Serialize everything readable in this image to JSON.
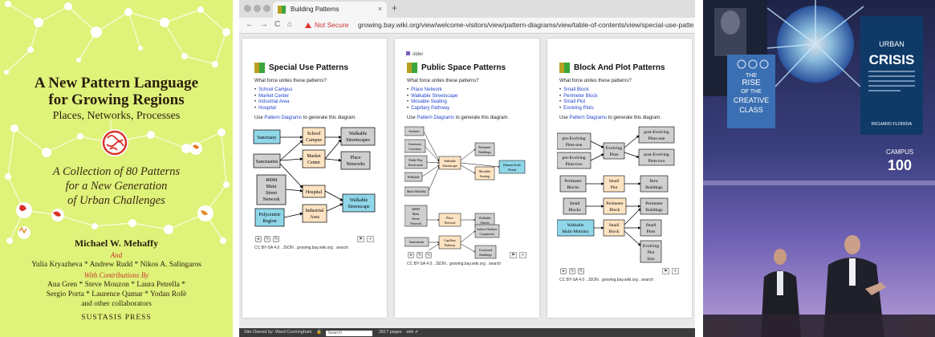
{
  "cover": {
    "title_line1": "A New Pattern Language",
    "title_line2": "for Growing Regions",
    "subtitle": "Places, Networks, Processes",
    "collection_line1": "A Collection of 80 Patterns",
    "collection_line2": "for a New Generation",
    "collection_line3": "of Urban Challenges",
    "author": "Michael W. Mehaffy",
    "and": "And",
    "coauthors": "Yulia Kryazheva * Andrew Rudd * Nikos A. Salingaros",
    "with_contributions": "With Contributions By",
    "contrib_line1": "Ana Gren * Steve Mouzon * Laura Petrella *",
    "contrib_line2": "Sergio Porta * Laurence Qamar * Yodan Rofè",
    "contrib_line3": "and other collaborators",
    "publisher": "SUSTASIS PRESS",
    "colors": {
      "background": "#dff27a",
      "nodes": "#ffffff",
      "accent": "#d8342a"
    }
  },
  "browser": {
    "tab_title": "Building Patterns",
    "tab_close": "×",
    "new_tab": "+",
    "security_label": "Not Secure",
    "url": "growing.bay.wiki.org/view/welcome-visitors/view/pattern-diagrams/view/table-of-contents/view/special-use-patterns/",
    "nav_back": "←",
    "nav_forward": "→",
    "nav_reload": "C",
    "nav_home": "⌂"
  },
  "pages": [
    {
      "title": "Special Use Patterns",
      "question": "What force unites these patterns?",
      "links": [
        "School Campus",
        "Market Center",
        "Industrial Area",
        "Hospital"
      ],
      "use_prefix": "Use ",
      "use_link": "Pattern Diagrams",
      "use_suffix": " to generate this diagram.",
      "nodes": {
        "n1": "Sanctuary",
        "n2": "School",
        "n2b": "Campus",
        "n3": "Walkable",
        "n3b": "Streetscapes",
        "n4": "Sanctuaries",
        "n5": "Market",
        "n5b": "Center",
        "n6": "Place",
        "n6b": "Networks",
        "n7": "400M",
        "n7b": "Main",
        "n7c": "Street",
        "n7d": "Network",
        "n8": "Hospital",
        "n9": "Walkable",
        "n9b": "Streetscape",
        "n10": "Polycentric",
        "n10b": "Region",
        "n11": "Industrial",
        "n11b": "Area"
      },
      "license": "CC BY-SA 4.0 .  JSON .  growing.bay.wiki.org .  search"
    },
    {
      "older": "older",
      "title": "Public Space Patterns",
      "question": "What force unites these patterns?",
      "links": [
        "Place Network",
        "Walkable Streetscape",
        "Movable Seating",
        "Capillary Pathway"
      ],
      "use_prefix": "Use ",
      "use_link": "Pattern Diagrams",
      "use_suffix": " to generate this diagram.",
      "nodes": {
        "a1": "Avenues",
        "a2": "Greenway",
        "a2b": "Corridors",
        "a3": "Multi-Way",
        "a3b": "Boulevards",
        "a4": "Walkable",
        "a5": "Multi-Mobility",
        "a6": "Walkable",
        "a6b": "Streetscape",
        "a7": "Perimeter",
        "a7b": "Buildings",
        "a8": "Movable",
        "a8b": "Seating",
        "a9": "Human-Scale",
        "a9b": "Detail",
        "a10": "400M",
        "a10b": "Main",
        "a10c": "Street",
        "a10d": "Network",
        "a11": "Place",
        "a11b": "Network",
        "a12": "Walkable",
        "a12b": "Streets",
        "a13": "Sanctuaries",
        "a14": "Capillary",
        "a14b": "Pathway",
        "a15": "Indoor-Outdoor",
        "a15b": "Complexity",
        "a16": "Courtyard",
        "a16b": "Buildings"
      },
      "license": "CC BY-SA 4.0 .  JSON .  growing.bay.wiki.org .  search"
    },
    {
      "title": "Block And Plot Patterns",
      "question": "What force unites these patterns?",
      "links": [
        "Small Block",
        "Perimeter Block",
        "Small Plot",
        "Evolving Plots"
      ],
      "use_prefix": "Use ",
      "use_link": "Pattern Diagrams",
      "use_suffix": " to generate this diagram.",
      "nodes": {
        "b1": "pre-Evolving",
        "b1b": "Plots-one",
        "b2": "pre-Evolving",
        "b2b": "Plots-two",
        "b3": "Evolving",
        "b3b": "Plots",
        "b4": "post-Evolving",
        "b4b": "Plots-one",
        "b5": "post-Evolving",
        "b5b": "Plots-two",
        "b6": "Perimeter",
        "b6b": "Blocks",
        "b7": "Small",
        "b7b": "Plot",
        "b8": "Row",
        "b8b": "Buildings",
        "b9": "Small",
        "b9b": "Blocks",
        "b10": "Perimeter",
        "b10b": "Block",
        "b11": "Perimeter",
        "b11b": "Buildings",
        "b12": "Walkable",
        "b12b": "Multi-Mobility",
        "b13": "Small",
        "b13b": "Block",
        "b14": "Small",
        "b14b": "Plots",
        "b15": "Evolving",
        "b15b": "Plot",
        "b15c": "Size"
      },
      "license": "CC BY-SA 4.0 .  JSON .  growing.bay.wiki.org .  search"
    }
  ],
  "statusbar": {
    "owner": "Site Owned by: Ward Cunningham",
    "search_placeholder": "Search",
    "pages": "2817 pages",
    "wiki": "wiki ✔"
  },
  "photo": {
    "book_title_small": "URBAN",
    "book_title_big": "CRISIS",
    "book_author": "RICHARD FLORIDA",
    "book2_line1": "THE",
    "book2_line2": "RISE",
    "book2_line3": "OF THE",
    "book2_line4": "CREATIVE",
    "book2_line5": "CLASS",
    "banner": "CAMPUS",
    "banner_num": "100"
  },
  "colors": {
    "node_blue": "#8fd6e8",
    "node_peach": "#fde3c2",
    "node_gray": "#cfcfcf",
    "link": "#2244cc"
  }
}
